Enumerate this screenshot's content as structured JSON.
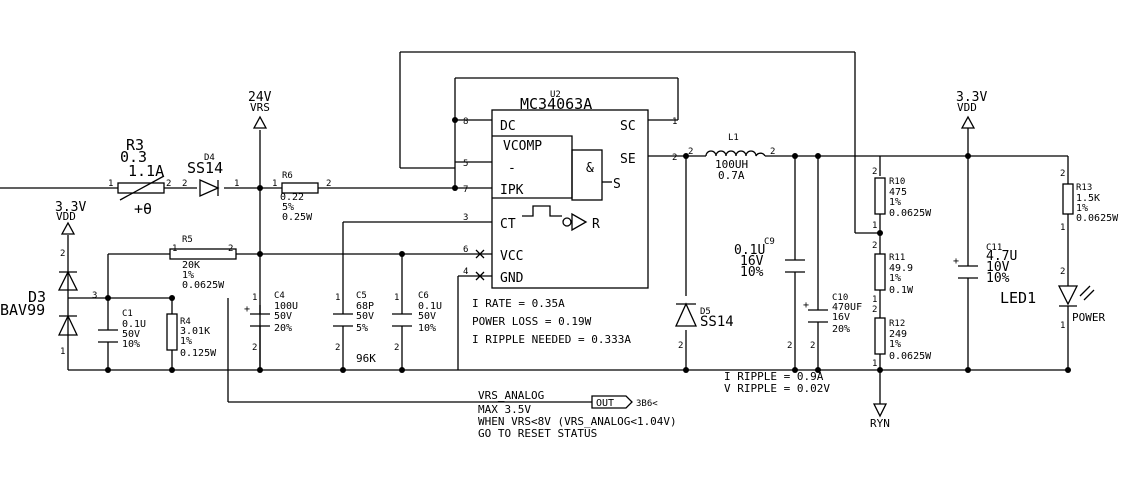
{
  "power": {
    "vrs": {
      "value": "24V",
      "net": "VRS"
    },
    "vdd_left": {
      "value": "3.3V",
      "net": "VDD"
    },
    "vdd_right": {
      "value": "3.3V",
      "net": "VDD"
    }
  },
  "ic": {
    "ref": "U2",
    "part": "MC34063A",
    "pins": {
      "dc": "DC",
      "sc": "SC",
      "vcomp": "VCOMP",
      "se": "SE",
      "ipk": "IPK",
      "ct": "CT",
      "vcc": "VCC",
      "gnd": "GND",
      "minus": "-",
      "and": "&",
      "s": "S",
      "r": "R"
    },
    "pin_numbers": {
      "dc": "8",
      "sc": "1",
      "vcomp": "5",
      "se": "2",
      "ipk": "7",
      "ct": "3",
      "vcc": "6",
      "gnd": "4"
    }
  },
  "components": {
    "r3": {
      "ref": "R3",
      "v1": "0.3",
      "v2": "1.1A",
      "sym": "+θ"
    },
    "d4": {
      "ref": "D4",
      "part": "SS14"
    },
    "r6": {
      "ref": "R6",
      "v1": "0.22",
      "v2": "5%",
      "v3": "0.25W"
    },
    "d3": {
      "ref": "D3",
      "part": "BAV99"
    },
    "r5": {
      "ref": "R5",
      "v1": "20K",
      "v2": "1%",
      "v3": "0.0625W"
    },
    "c1": {
      "ref": "C1",
      "v1": "0.1U",
      "v2": "50V",
      "v3": "10%"
    },
    "r4": {
      "ref": "R4",
      "v1": "3.01K",
      "v2": "1%",
      "v3": "0.125W"
    },
    "c4": {
      "ref": "C4",
      "v1": "100U",
      "v2": "50V",
      "v3": "20%"
    },
    "c5": {
      "ref": "C5",
      "v1": "68P",
      "v2": "50V",
      "v3": "5%",
      "extra": "96K"
    },
    "c6": {
      "ref": "C6",
      "v1": "0.1U",
      "v2": "50V",
      "v3": "10%"
    },
    "l1": {
      "ref": "L1",
      "v1": "100UH",
      "v2": "0.7A"
    },
    "d5": {
      "ref": "D5",
      "part": "SS14"
    },
    "c9": {
      "ref": "C9",
      "v1": "0.1U",
      "v2": "16V",
      "v3": "10%"
    },
    "c10": {
      "ref": "C10",
      "v1": "470UF",
      "v2": "16V",
      "v3": "20%"
    },
    "r10": {
      "ref": "R10",
      "v1": "475",
      "v2": "1%",
      "v3": "0.0625W"
    },
    "r11": {
      "ref": "R11",
      "v1": "49.9",
      "v2": "1%",
      "v3": "0.1W"
    },
    "r12": {
      "ref": "R12",
      "v1": "249",
      "v2": "1%",
      "v3": "0.0625W"
    },
    "c11": {
      "ref": "C11",
      "v1": "4.7U",
      "v2": "10V",
      "v3": "10%"
    },
    "r13": {
      "ref": "R13",
      "v1": "1.5K",
      "v2": "1%",
      "v3": "0.0625W"
    },
    "led1": {
      "ref": "LED1",
      "label": "POWER"
    }
  },
  "notes": {
    "i_rate": "I RATE = 0.35A",
    "power_loss": "POWER LOSS = 0.19W",
    "i_ripple_needed": "I RIPPLE NEEDED = 0.333A",
    "i_ripple": "I RIPPLE = 0.9A",
    "v_ripple": "V RIPPLE = 0.02V"
  },
  "analog": {
    "net": "VRS_ANALOG",
    "port": "OUT",
    "ref": "3B6<",
    "line1": "MAX 3.5V",
    "line2": "WHEN VRS<8V (VRS_ANALOG<1.04V)",
    "line3": "GO TO RESET STATUS"
  },
  "nets": {
    "ryn": "RYN"
  },
  "pins": {
    "one": "1",
    "two": "2",
    "three": "3"
  }
}
